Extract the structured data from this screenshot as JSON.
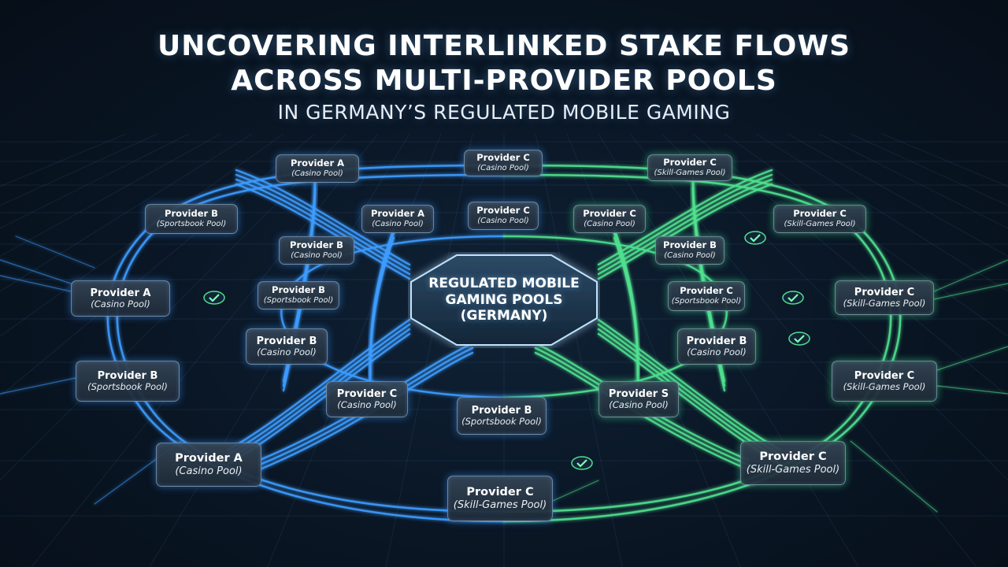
{
  "title_line1": "UNCOVERING INTERLINKED STAKE FLOWS",
  "title_line2": "ACROSS MULTI-PROVIDER POOLS",
  "subtitle": "IN GERMANY’S REGULATED MOBILE GAMING",
  "hub_label": "REGULATED MOBILE GAMING POOLS (GERMANY)",
  "colors": {
    "blue_flow": "#3d9cff",
    "green_flow": "#4fe08e",
    "node_fill": "#2a3a4c",
    "background": "#0a1726"
  },
  "nodes": [
    {
      "name": "Provider A",
      "pool": "(Casino Pool)"
    },
    {
      "name": "Provider C",
      "pool": "(Casino Pool)"
    },
    {
      "name": "Provider C",
      "pool": "(Skill-Games Pool)"
    },
    {
      "name": "Provider B",
      "pool": "(Sportsbook Pool)"
    },
    {
      "name": "Provider A",
      "pool": "(Casino Pool)"
    },
    {
      "name": "Provider C",
      "pool": "(Casino Pool)"
    },
    {
      "name": "Provider C",
      "pool": "(Casino Pool)"
    },
    {
      "name": "Provider C",
      "pool": "(Skill-Games Pool)"
    },
    {
      "name": "Provider B",
      "pool": "(Casino Pool)"
    },
    {
      "name": "Provider B",
      "pool": "(Casino Pool)"
    },
    {
      "name": "Provider A",
      "pool": "(Casino Pool)"
    },
    {
      "name": "Provider B",
      "pool": "(Sportsbook Pool)"
    },
    {
      "name": "Provider C",
      "pool": "(Sportsbook Pool)"
    },
    {
      "name": "Provider C",
      "pool": "(Skill-Games Pool)"
    },
    {
      "name": "Provider B",
      "pool": "(Casino Pool)"
    },
    {
      "name": "Provider B",
      "pool": "(Casino Pool)"
    },
    {
      "name": "Provider B",
      "pool": "(Sportsbook Pool)"
    },
    {
      "name": "Provider C",
      "pool": "(Skill-Games Pool)"
    },
    {
      "name": "Provider C",
      "pool": "(Casino Pool)"
    },
    {
      "name": "Provider S",
      "pool": "(Casino Pool)"
    },
    {
      "name": "Provider B",
      "pool": "(Sportsbook Pool)"
    },
    {
      "name": "Provider A",
      "pool": "(Casino Pool)"
    },
    {
      "name": "Provider C",
      "pool": "(Skill-Games Pool)"
    },
    {
      "name": "Provider C",
      "pool": "(Skill-Games Pool)"
    }
  ],
  "icons": [
    "check-icon",
    "check-icon",
    "check-icon",
    "check-icon",
    "check-icon"
  ]
}
